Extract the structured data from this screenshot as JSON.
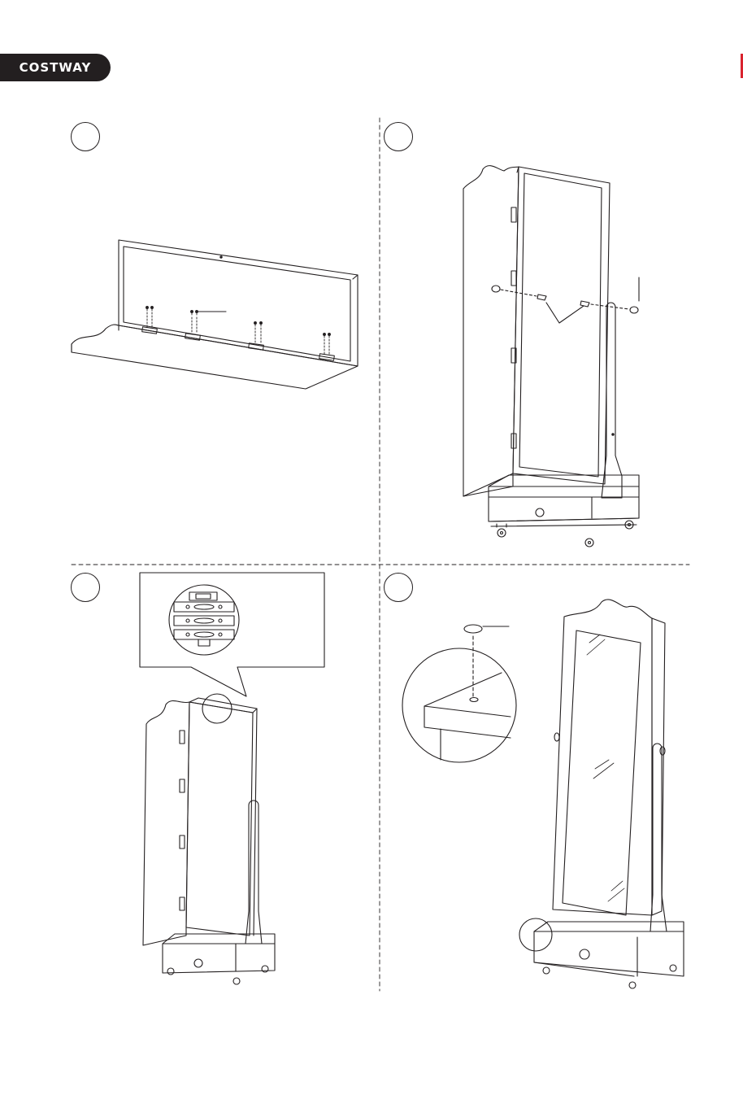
{
  "brand": {
    "name": "COSTWAY"
  },
  "colors": {
    "brand_bg": "#231f20",
    "accent": "#d9232e",
    "line": "#231f20"
  },
  "steps": [
    {
      "id": 1,
      "number_label": ""
    },
    {
      "id": 2,
      "number_label": ""
    },
    {
      "id": 3,
      "number_label": ""
    },
    {
      "id": 4,
      "number_label": ""
    }
  ]
}
